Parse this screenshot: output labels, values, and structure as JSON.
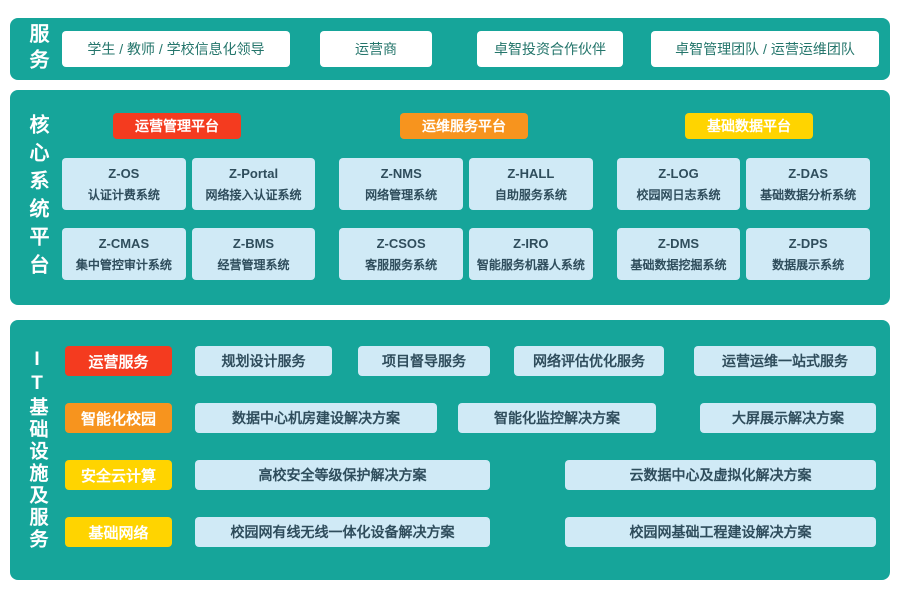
{
  "colors": {
    "band_teal": "#16a59a",
    "box_light_blue": "#d0eaf6",
    "label_red": "#f43b1f",
    "label_orange": "#f7941e",
    "label_yellow": "#ffd400",
    "white_box_text": "#24756b",
    "blue_box_text": "#2f4d5c"
  },
  "service_band": {
    "label": "服务",
    "items": [
      "学生 / 教师 / 学校信息化领导",
      "运营商",
      "卓智投资合作伙伴",
      "卓智管理团队 / 运营运维团队"
    ]
  },
  "core_band": {
    "label": "核心系统平台",
    "platforms": [
      {
        "label": "运营管理平台",
        "color": "#f43b1f"
      },
      {
        "label": "运维服务平台",
        "color": "#f7941e"
      },
      {
        "label": "基础数据平台",
        "color": "#ffd400"
      }
    ],
    "systems_row1": [
      {
        "code": "Z-OS",
        "name": "认证计费系统"
      },
      {
        "code": "Z-Portal",
        "name": "网络接入认证系统"
      },
      {
        "code": "Z-NMS",
        "name": "网络管理系统"
      },
      {
        "code": "Z-HALL",
        "name": "自助服务系统"
      },
      {
        "code": "Z-LOG",
        "name": "校园网日志系统"
      },
      {
        "code": "Z-DAS",
        "name": "基础数据分析系统"
      }
    ],
    "systems_row2": [
      {
        "code": "Z-CMAS",
        "name": "集中管控审计系统"
      },
      {
        "code": "Z-BMS",
        "name": "经营管理系统"
      },
      {
        "code": "Z-CSOS",
        "name": "客服服务系统"
      },
      {
        "code": "Z-IRO",
        "name": "智能服务机器人系统"
      },
      {
        "code": "Z-DMS",
        "name": "基础数据挖掘系统"
      },
      {
        "code": "Z-DPS",
        "name": "数据展示系统"
      }
    ]
  },
  "it_band": {
    "label": "IT基础设施及服务",
    "rows": [
      {
        "category": "运营服务",
        "color": "#f43b1f",
        "items": [
          "规划设计服务",
          "项目督导服务",
          "网络评估优化服务",
          "运营运维一站式服务"
        ]
      },
      {
        "category": "智能化校园",
        "color": "#f7941e",
        "items": [
          "数据中心机房建设解决方案",
          "智能化监控解决方案",
          "大屏展示解决方案"
        ]
      },
      {
        "category": "安全云计算",
        "color": "#ffd400",
        "items": [
          "高校安全等级保护解决方案",
          "云数据中心及虚拟化解决方案"
        ]
      },
      {
        "category": "基础网络",
        "color": "#ffd400",
        "items": [
          "校园网有线无线一体化设备解决方案",
          "校园网基础工程建设解决方案"
        ]
      }
    ]
  }
}
